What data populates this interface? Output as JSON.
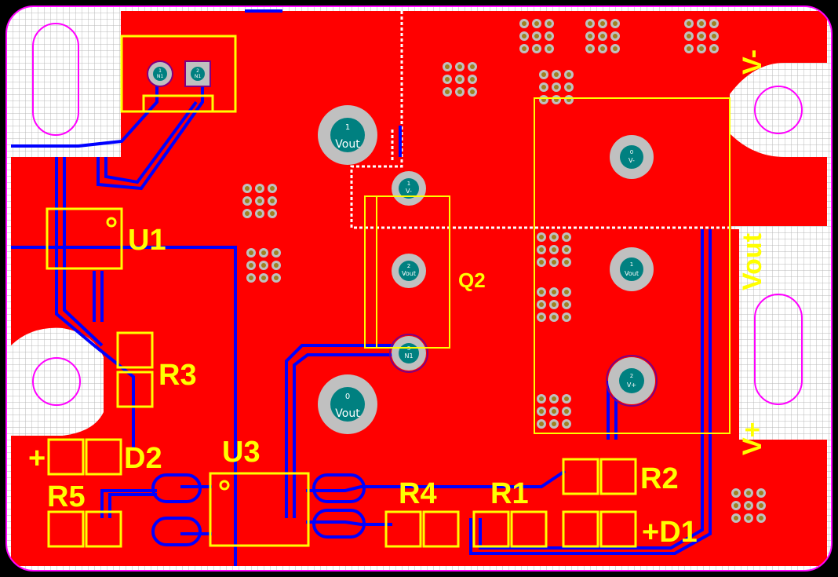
{
  "colors": {
    "background": "#000000",
    "copper_top": "#FF0000",
    "copper_bottom": "#0000FF",
    "silkscreen": "#FFFF00",
    "board_outline": "#FF00FF",
    "pad_plated": "#C0C0C0",
    "via": "#A08020",
    "hatch": "#E8E8E8"
  },
  "designators": {
    "U1": "U1",
    "U3": "U3",
    "Q2": "Q2",
    "R1": "R1",
    "R2": "R2",
    "R3": "R3",
    "R4": "R4",
    "R5": "R5",
    "D1": "+D1",
    "D2": "D2",
    "D2_plus": "+"
  },
  "connector_labels": {
    "v_minus": "V-",
    "vout": "Vout",
    "v_plus": "V+"
  },
  "pads": {
    "vout_1": {
      "num": "1",
      "net": "Vout"
    },
    "vout_0": {
      "num": "0",
      "net": "Vout"
    },
    "q2_1": {
      "num": "1",
      "net": "V-"
    },
    "q2_2": {
      "num": "2",
      "net": "Vout"
    },
    "q2_3": {
      "num": "3",
      "net": "N1"
    },
    "conn_0": {
      "num": "0",
      "net": "V-"
    },
    "conn_1": {
      "num": "1",
      "net": "Vout"
    },
    "conn_2": {
      "num": "2",
      "net": "V+"
    },
    "top_left": {
      "num": "1",
      "net": "N1"
    },
    "top_right": {
      "num": "2",
      "net": "N1"
    }
  }
}
